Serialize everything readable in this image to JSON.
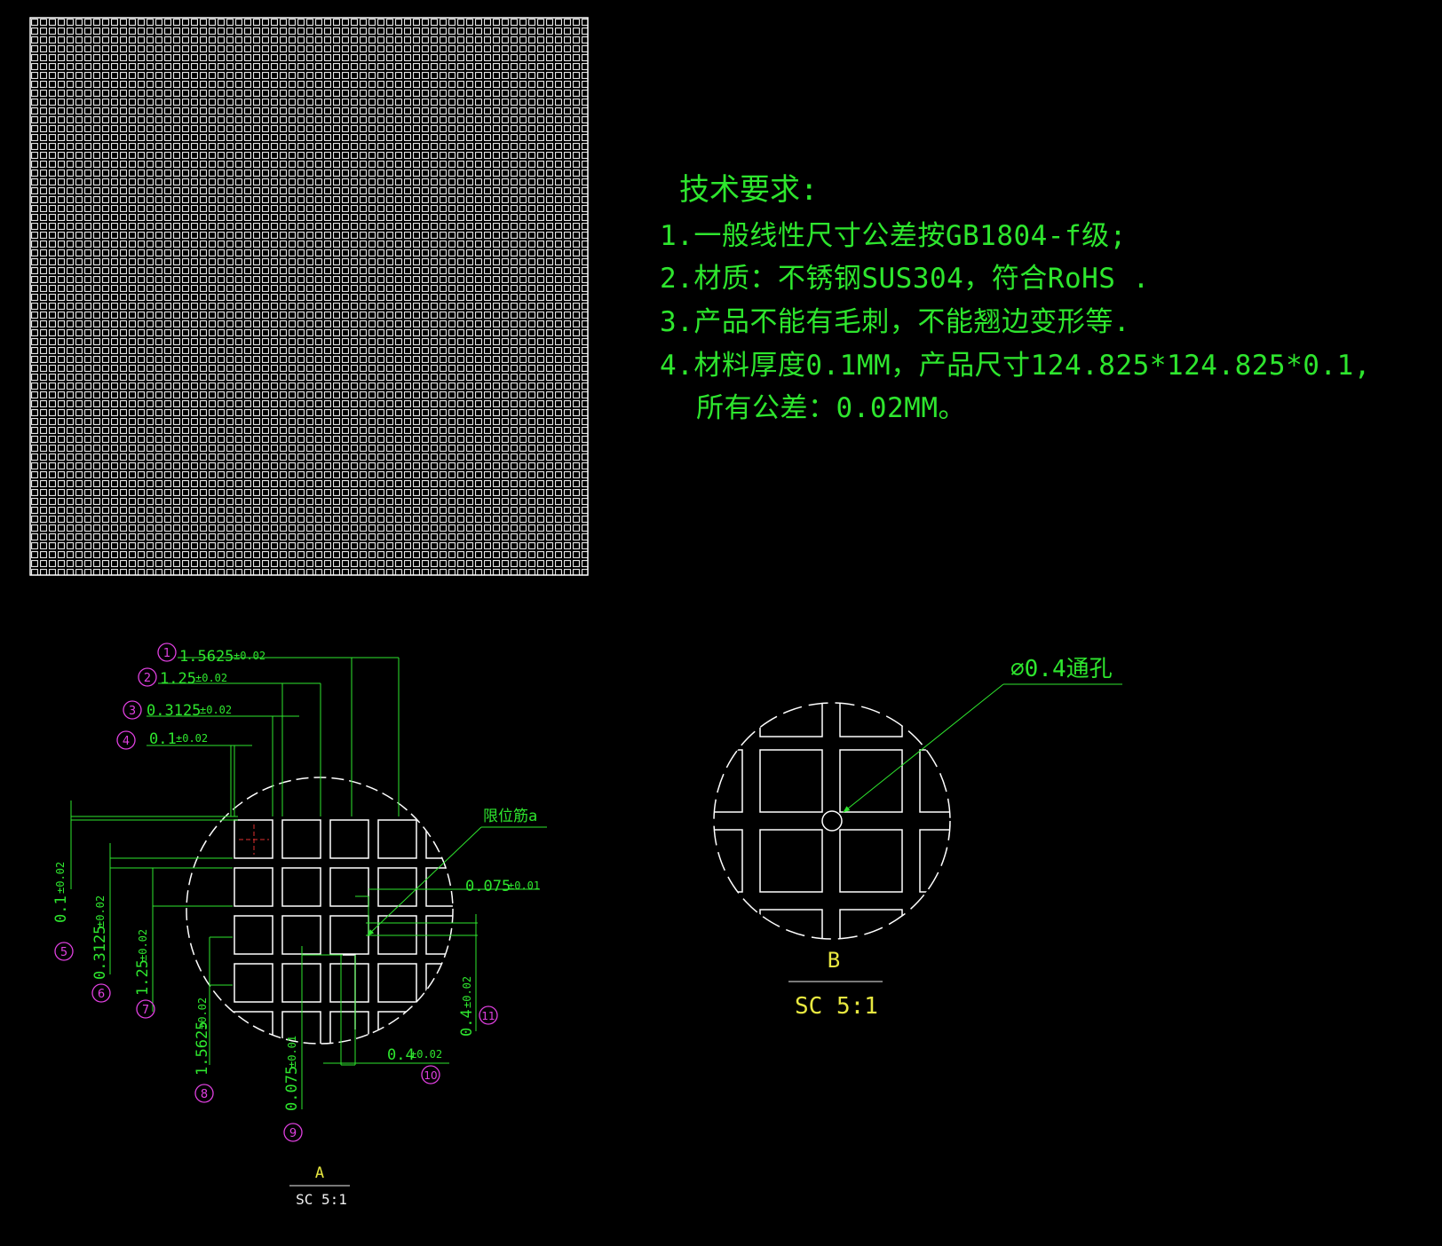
{
  "tech_requirements": {
    "title": "技术要求:",
    "items": [
      "1.一般线性尺寸公差按GB1804-f级;",
      "2.材质：不锈钢SUS304，符合RoHS .",
      "3.产品不能有毛刺，不能翘边变形等.",
      "4.材料厚度0.1MM，产品尺寸124.825*124.825*0.1,",
      "所有公差：0.02MM。"
    ]
  },
  "detail_a": {
    "label": "A",
    "scale": "SC 5:1",
    "rib_label": "限位筋a",
    "dimensions": [
      {
        "num": "1",
        "value": "1.5625",
        "tol": "±0.02"
      },
      {
        "num": "2",
        "value": "1.25",
        "tol": "±0.02"
      },
      {
        "num": "3",
        "value": "0.3125",
        "tol": "±0.02"
      },
      {
        "num": "4",
        "value": "0.1",
        "tol": "±0.02"
      },
      {
        "num": "5",
        "value": "0.1",
        "tol": "±0.02"
      },
      {
        "num": "6",
        "value": "0.3125",
        "tol": "±0.02"
      },
      {
        "num": "7",
        "value": "1.25",
        "tol": "±0.02"
      },
      {
        "num": "8",
        "value": "1.5625",
        "tol": "±0.02"
      },
      {
        "num": "9",
        "value": "0.075",
        "tol": "±0.01"
      },
      {
        "num": "10",
        "value": "0.4",
        "tol": "±0.02"
      },
      {
        "num": "11",
        "value": "0.4",
        "tol": "±0.02"
      }
    ],
    "rib_dim": {
      "value": "0.075",
      "tol": "±0.01"
    }
  },
  "detail_b": {
    "label": "B",
    "scale": "SC 5:1",
    "hole_label": "⌀0.4通孔"
  },
  "colors": {
    "background": "#000000",
    "dimension": "#2ee62e",
    "balloon": "#e040e0",
    "label": "#e8e840",
    "geometry": "#ffffff"
  }
}
